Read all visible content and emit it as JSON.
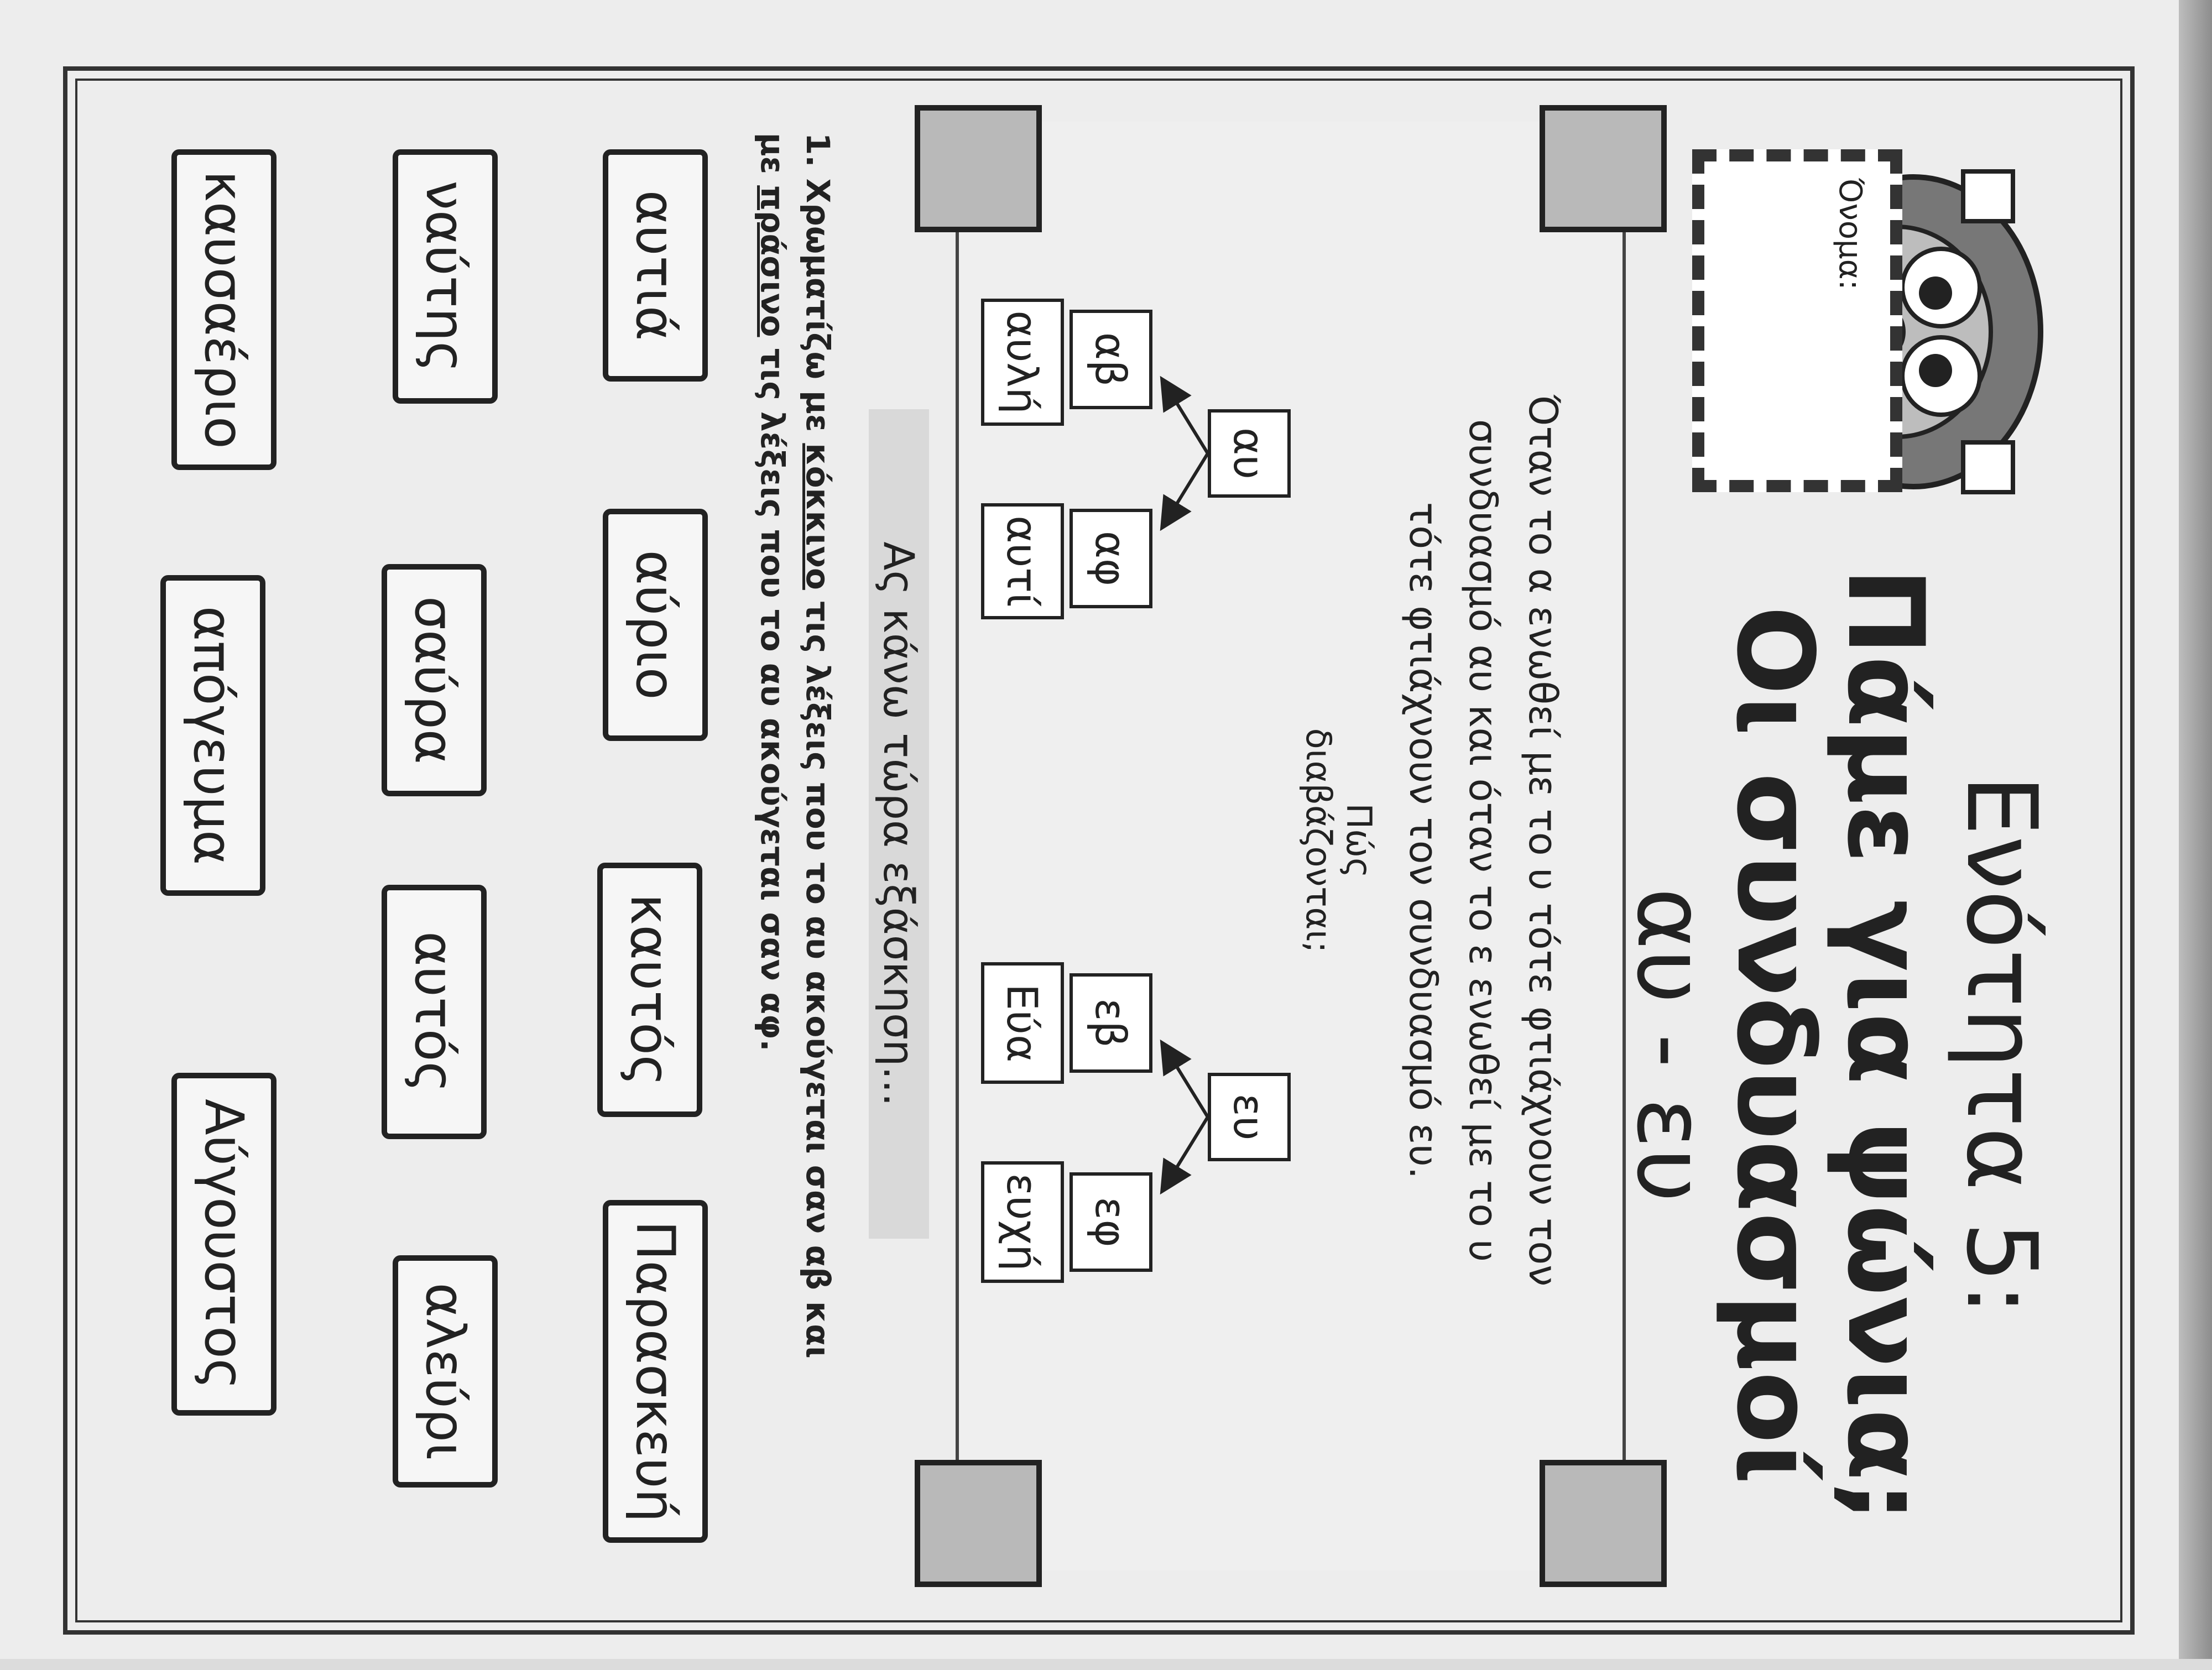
{
  "header": {
    "line1": "Ενότητα 5:",
    "line2": "Πάμε για ψώνια;",
    "line3": "Οι συνδυασμοί",
    "line4": "αυ - ευ"
  },
  "name_box": {
    "label": "Όνομα:"
  },
  "info": {
    "text_line1": "Όταν το α ενωθεί με το υ τότε φτιάχνουν τον",
    "text_line2": "συνδυασμό αυ και όταν το ε ενωθεί με το υ",
    "text_line3": "τότε φτιάχνουν τον συνδυασμό ευ.",
    "how_label": "Πώς διαβάζονται;",
    "diagram": {
      "au": {
        "root": "αυ",
        "left": "αβ",
        "right": "αφ",
        "left_example": "αυλή",
        "right_example": "αυτί"
      },
      "eu": {
        "root": "ευ",
        "left": "εβ",
        "right": "εφ",
        "left_example": "Εύα",
        "right_example": "ευχή"
      }
    }
  },
  "exercise": {
    "heading": "Ας κάνω τώρα εξάσκηση...",
    "instruction_part1": "1. Χρωματίζω με ",
    "red_word": "κόκκινο",
    "instruction_part2": " τις λέξεις που το αυ ακούγεται σαν αβ και",
    "instruction_part3": "με ",
    "green_word": "πράσινο",
    "instruction_part4": " τις λέξεις που το αυ ακούγεται σαν αφ.",
    "words_row1": [
      "αυτιά",
      "αύριο",
      "καυτός",
      "Παρασκευή"
    ],
    "words_row2": [
      "ναύτης",
      "σαύρα",
      "αυτός",
      "αλεύρι"
    ],
    "words_row3": [
      "καυσαέριο",
      "απόγευμα",
      "Αύγουστος"
    ]
  }
}
